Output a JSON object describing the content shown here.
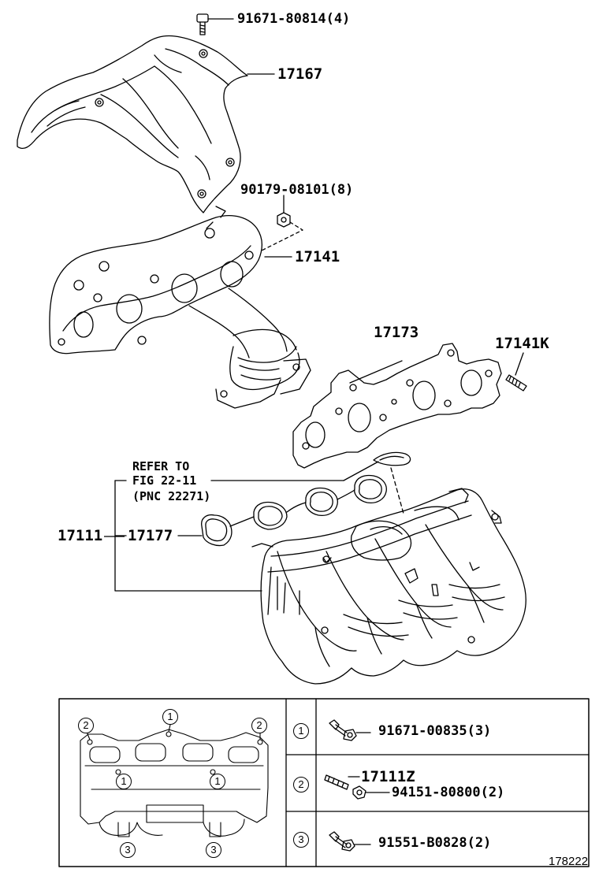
{
  "parts": {
    "p_91671_80814": "91671-80814(4)",
    "p_17167": "17167",
    "p_90179_08101": "90179-08101(8)",
    "p_17141": "17141",
    "p_17173": "17173",
    "p_17141K": "17141K",
    "refer_line1": "REFER TO",
    "refer_line2": "FIG 22-11",
    "refer_line3": "(PNC 22271)",
    "p_17111": "17111",
    "p_17177": "17177"
  },
  "legend": {
    "rows": [
      {
        "marker": "1",
        "part": "91671-00835(3)"
      },
      {
        "marker": "2",
        "part_top": "17111Z",
        "part": "94151-80800(2)"
      },
      {
        "marker": "3",
        "part": "91551-B0828(2)"
      }
    ],
    "callouts": [
      "1",
      "2",
      "3"
    ]
  },
  "figure_number": "178222"
}
